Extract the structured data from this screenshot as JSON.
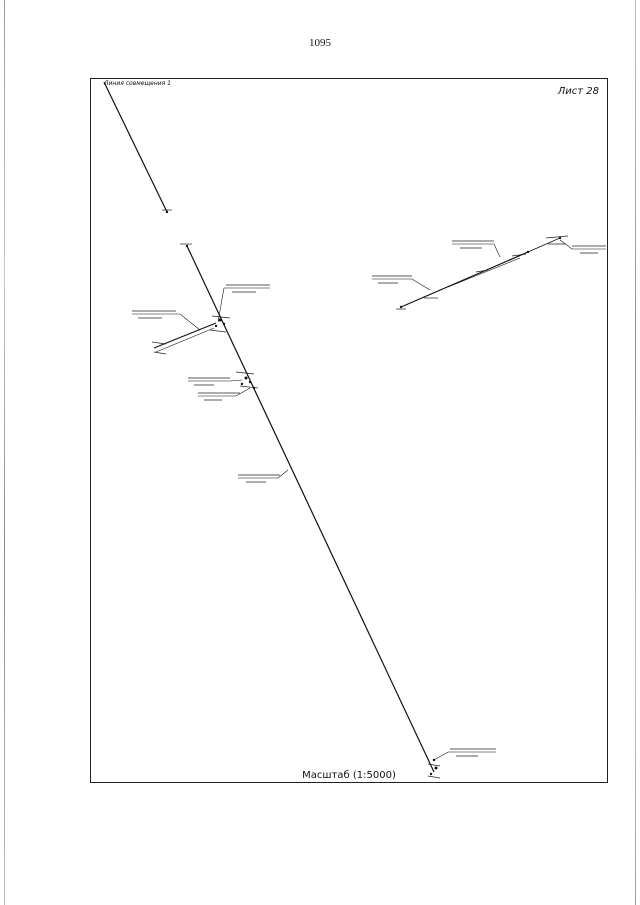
{
  "page_number": "1095",
  "sheet_label": "Лист 28",
  "match_line_label": "Линия совмещения 1",
  "scale_label": "Масштаб (1:5000)",
  "colors": {
    "ink": "#111111",
    "frame": "#222222"
  }
}
